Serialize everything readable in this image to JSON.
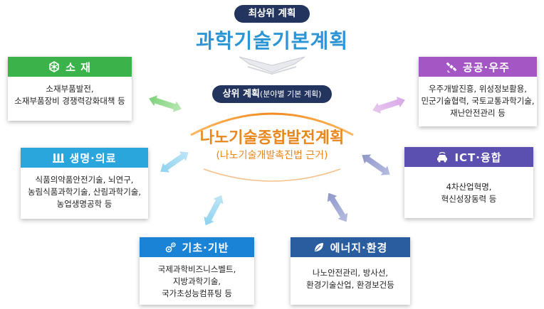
{
  "top": {
    "pill": "최상위 계획",
    "title": "과학기술기본계획"
  },
  "upper": {
    "bold": "상위 계획",
    "sub": "(분야별 기본 계획)"
  },
  "center": {
    "title": "나노기술종합발전계획",
    "subtitle": "(나노기술개발촉진법 근거)"
  },
  "boxes": {
    "materials": {
      "label": "소 재",
      "color": "#3bb34a",
      "lines": [
        "소재부품발전,",
        "소재부품장비 경쟁력강화대책 등"
      ]
    },
    "space": {
      "label": "공공·우주",
      "color": "#a456c5",
      "lines": [
        "우주개발진흥, 위성정보활용,",
        "민군기술협력, 국토교통과학기술,",
        "재난안전관리 등"
      ]
    },
    "bio": {
      "label": "생명·의료",
      "color": "#2aa6dc",
      "lines": [
        "식품의약품안전기술, 뇌연구,",
        "농림식품과학기술, 산림과학기술,",
        "농업생명공학 등"
      ]
    },
    "ict": {
      "label": "ICT·융합",
      "color": "#5b50b0",
      "lines": [
        "4차산업혁명,",
        "혁신성장동력 등"
      ]
    },
    "basic": {
      "label": "기초·기반",
      "color": "#1b83d6",
      "lines": [
        "국제과학비즈니스벨트,",
        "지방과학기술,",
        "국가초성능컴퓨팅 등"
      ]
    },
    "energy": {
      "label": "에너지·환경",
      "color": "#2a5d9f",
      "lines": [
        "나노안전관리, 방사선,",
        "환경기술산업, 환경보건등"
      ]
    }
  },
  "icons": {
    "materials": "hexagon-molecule-icon",
    "space": "satellite-icon",
    "bio": "test-tubes-icon",
    "ict": "network-car-icon",
    "basic": "atom-gear-icon",
    "energy": "leaf-icon"
  },
  "colors": {
    "navy": "#23355f",
    "title_blue": "#2b95d6",
    "orange": "#f39a2e",
    "center_text": "#e8871e"
  }
}
